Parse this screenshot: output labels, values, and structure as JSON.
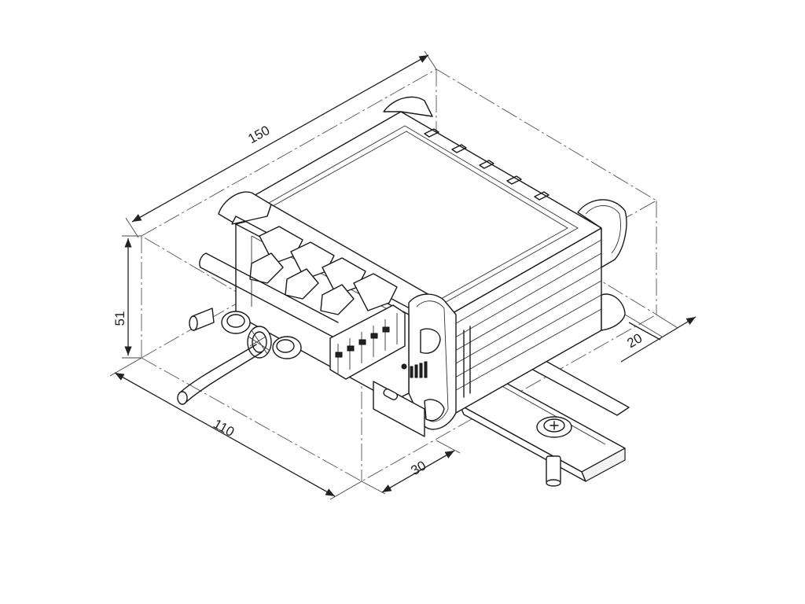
{
  "dimensions": {
    "length": "150",
    "height": "51",
    "width": "110",
    "rail_depth": "30",
    "rail_offset": "20"
  }
}
